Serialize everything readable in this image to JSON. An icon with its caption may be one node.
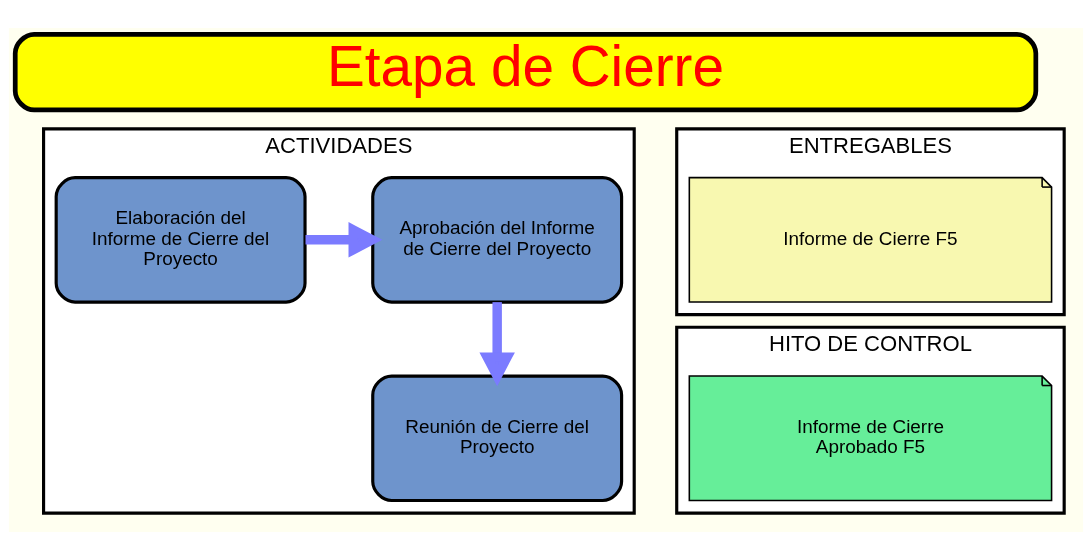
{
  "diagram": {
    "nodes": [
      {
        "text": [
          "Etapa de Cierre"
        ]
      },
      {
        "text": [
          "ACTIVIDADES"
        ]
      },
      {
        "text": [
          "Elaboración del Informe de Cierre del Proyecto"
        ],
        "in": 1
      },
      {
        "text": [
          "Aprobación del Informe de Cierre del Proyecto"
        ],
        "in": 1
      },
      {
        "text": [
          "Reunión de Cierre del Proyecto"
        ],
        "in": 1
      },
      {
        "text": [
          "ENTREGABLES"
        ]
      },
      {
        "text": [
          "Informe de Cierre F5"
        ],
        "in": 5
      },
      {
        "text": [
          "HITO DE CONTROL"
        ]
      },
      {
        "text": [
          "Informe de Cierre Aprobado F5"
        ],
        "in": 7
      }
    ],
    "edges": [
      {
        "from": 2,
        "to": 3,
        "arrow": "to"
      },
      {
        "from": 3,
        "to": 4,
        "arrow": "to"
      }
    ]
  }
}
